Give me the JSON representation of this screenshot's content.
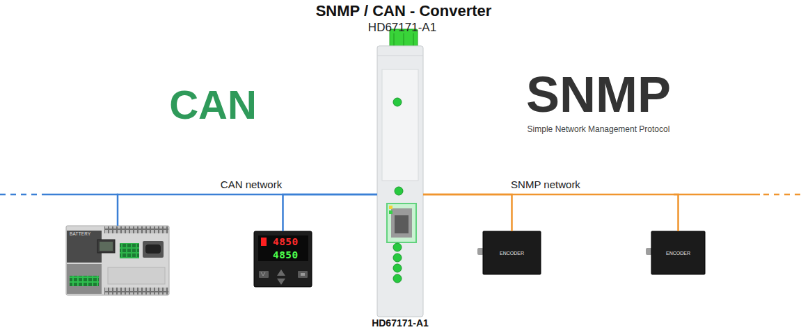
{
  "diagram": {
    "title": "SNMP / CAN - Converter",
    "nodes": [
      {
        "text": [
          "BATTERY"
        ]
      },
      {
        "text": [
          "4850",
          "4850"
        ]
      },
      {
        "text": [
          "HD67171-A1"
        ]
      },
      {
        "text": [
          "ENCODER"
        ]
      },
      {
        "text": [
          "ENCODER"
        ]
      }
    ],
    "edges": [
      {
        "from": 0,
        "to": 2,
        "arrow": "none"
      },
      {
        "from": 1,
        "to": 2,
        "arrow": "none"
      },
      {
        "from": 2,
        "to": 3,
        "arrow": "none"
      },
      {
        "from": 2,
        "to": 4,
        "arrow": "none"
      }
    ],
    "labels": [
      "HD67171-A1",
      "CAN",
      "SNMP",
      "Simple Network Management Protocol",
      "CAN network",
      "SNMP network"
    ]
  }
}
